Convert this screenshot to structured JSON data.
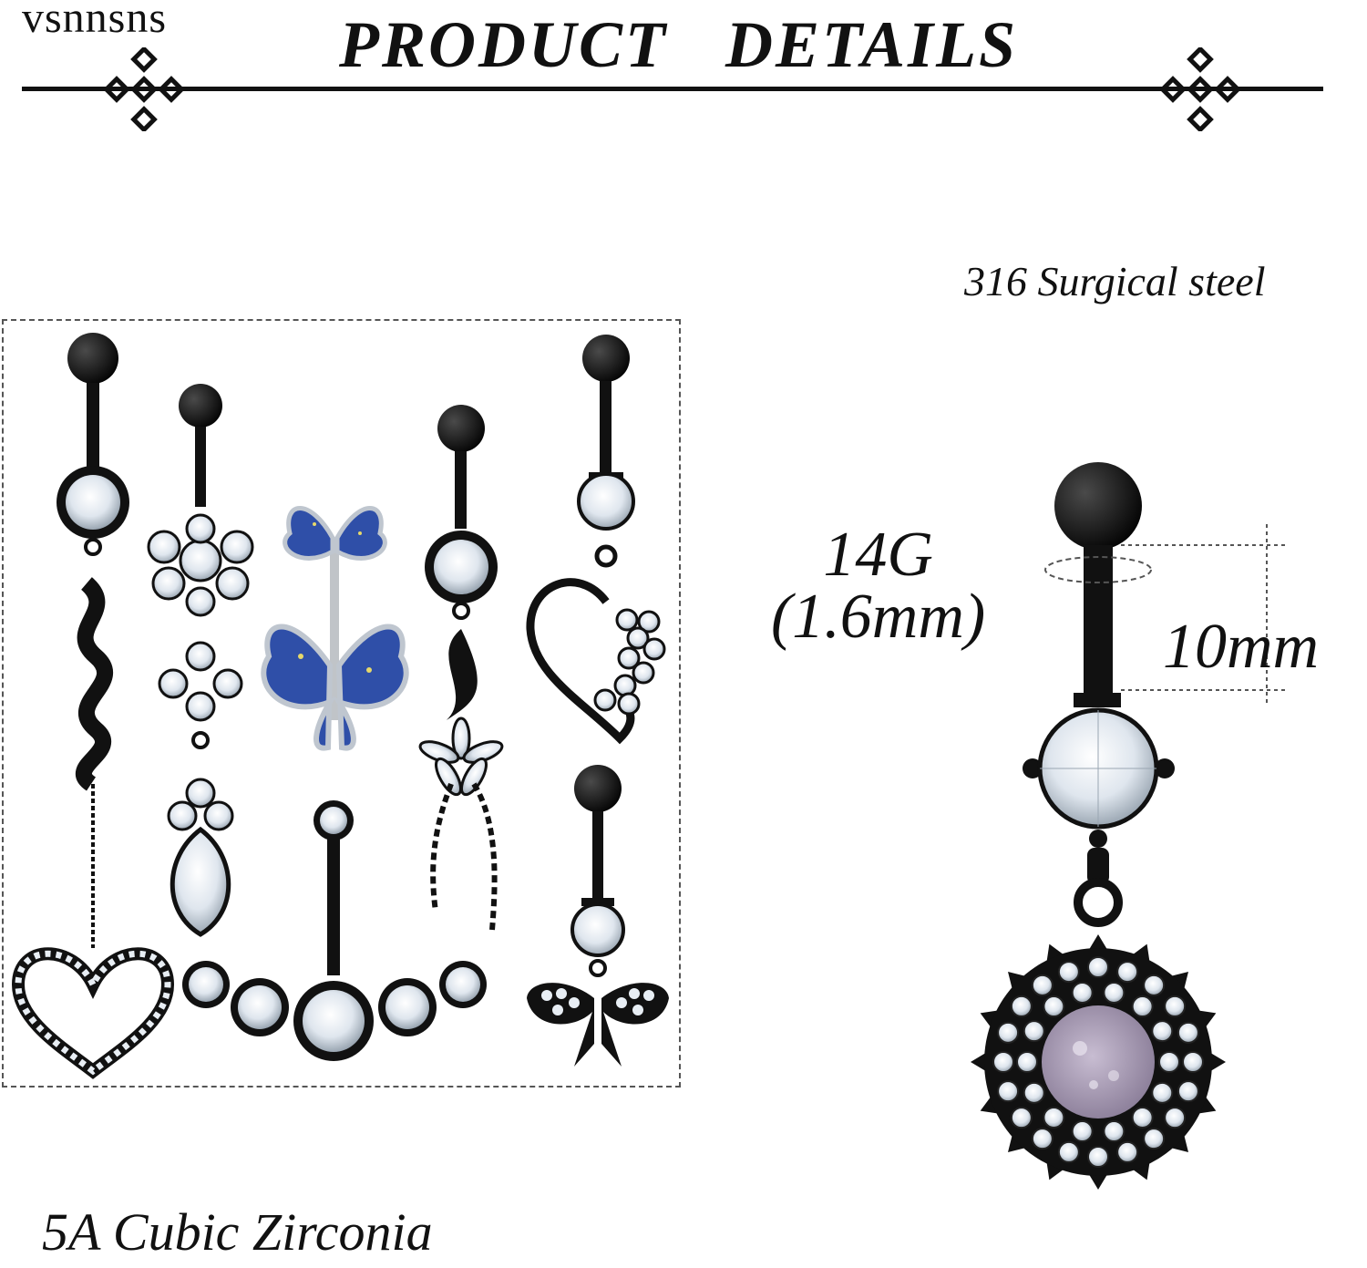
{
  "header": {
    "brand": "vsnnsns",
    "title": "PRODUCT   DETAILS"
  },
  "specs": {
    "material": "316 Surgical steel",
    "stone": "5A Cubic Zirconia",
    "gauge_line1": "14G",
    "gauge_line2": "(1.6mm)",
    "bar_length": "10mm"
  },
  "colors": {
    "metal": "#111111",
    "crystal": "#e8eef4",
    "butterfly_blue": "#2f4fa8",
    "opal_center": "#a99cb3"
  },
  "icons": [
    "ornament-icon",
    "ornament-icon"
  ]
}
